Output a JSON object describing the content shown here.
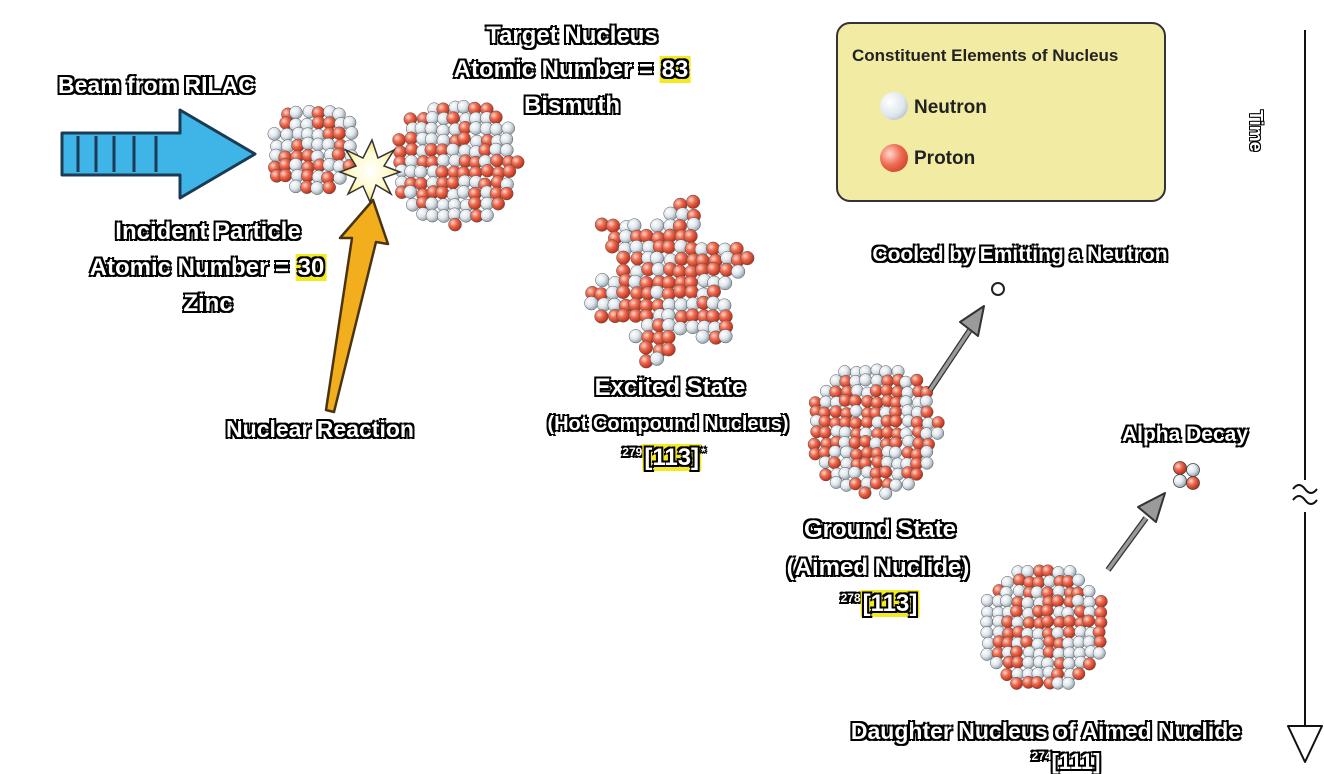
{
  "beam_label": "Beam from RILAC",
  "target": {
    "line1": "Target Nucleus",
    "line2_prefix": "Atomic Number = ",
    "atomic_number": "83",
    "line3": "Bismuth"
  },
  "incident": {
    "line1": "Incident Particle",
    "line2_prefix": "Atomic Number = ",
    "atomic_number": "30",
    "line3": "Zinc"
  },
  "nuclear_reaction": "Nuclear Reaction",
  "excited": {
    "line1": "Excited State",
    "line2": "(Hot Compound Nucleus)",
    "mass": "279",
    "element": "[113]",
    "suffix": "*"
  },
  "cooled_label": "Cooled by Emitting a Neutron",
  "ground": {
    "line1": "Ground State",
    "line2": "(Aimed Nuclide)",
    "mass": "278",
    "element": "[113]"
  },
  "alpha_label": "Alpha Decay",
  "daughter": {
    "line1": "Daughter Nucleus of Aimed Nuclide",
    "mass": "274",
    "element": "[111]"
  },
  "legend": {
    "title": "Constituent Elements of Nucleus",
    "neutron": "Neutron",
    "proton": "Proton"
  },
  "time_label": "Time",
  "colors": {
    "neutron": "#dfe6ec",
    "proton": "#e8543a",
    "beam": "#3fb4e6",
    "reaction_arrow": "#f2ae1c",
    "highlight": "#f4ea1d",
    "legend_bg": "#f1eba3"
  }
}
